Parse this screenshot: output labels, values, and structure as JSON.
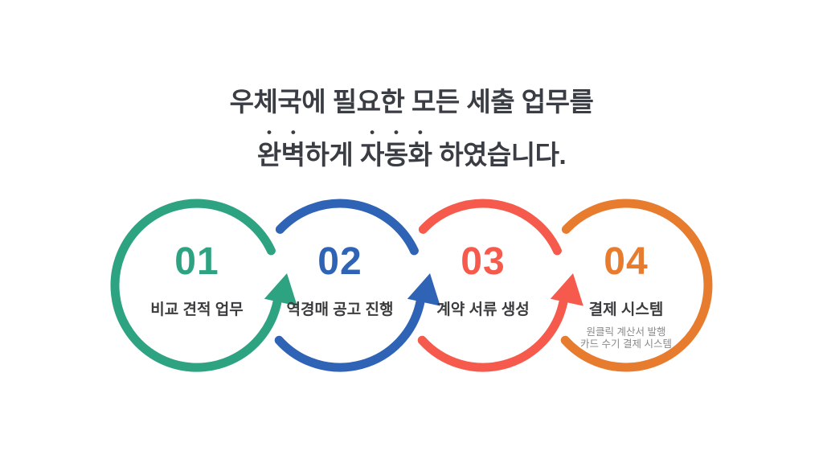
{
  "header": {
    "line1": "우체국에 필요한 모든 세출 업무를",
    "line2_parts": [
      {
        "text": "완벽",
        "emphasized": true
      },
      {
        "text": "하게 ",
        "emphasized": false
      },
      {
        "text": "자동화",
        "emphasized": true
      },
      {
        "text": " 하였습니다.",
        "emphasized": false
      }
    ]
  },
  "steps": [
    {
      "number": "01",
      "label": "비교 견적 업무",
      "color": "#2EA382",
      "sublines": []
    },
    {
      "number": "02",
      "label": "역경매 공고 진행",
      "color": "#2E63B5",
      "sublines": []
    },
    {
      "number": "03",
      "label": "계약 서류 생성",
      "color": "#F65A4D",
      "sublines": []
    },
    {
      "number": "04",
      "label": "결제 시스템",
      "color": "#E87C2E",
      "sublines": [
        "원클릭 계산서 발행",
        "카드 수기 결제 시스템"
      ]
    }
  ],
  "colors": {
    "background": "#FFFFFF",
    "title_text": "#3A3D43",
    "label_text": "#3B3C3E",
    "subline_text": "#8A8A8A"
  }
}
